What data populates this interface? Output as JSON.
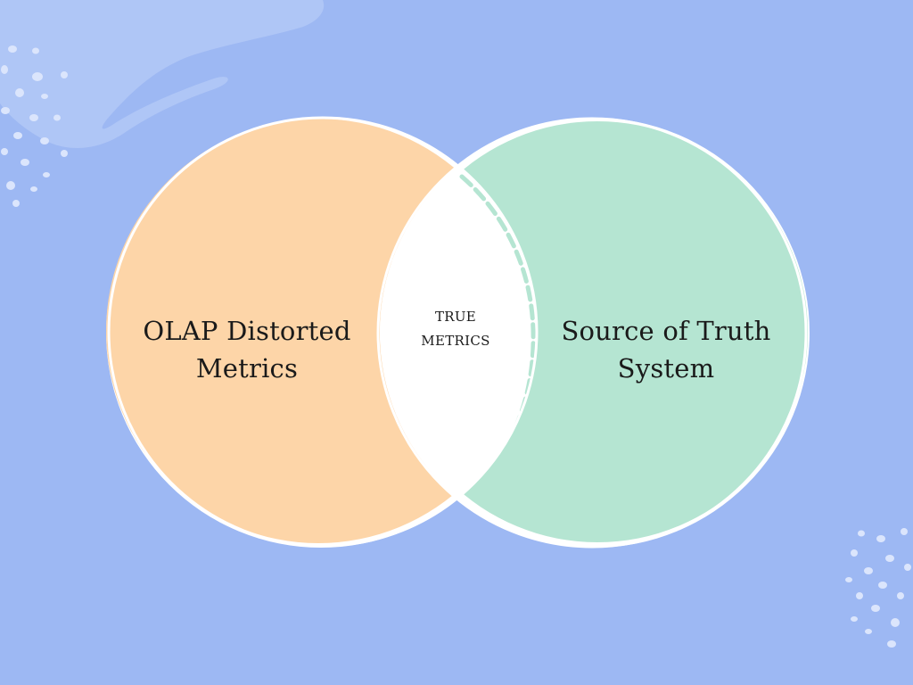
{
  "diagram": {
    "type": "venn",
    "left_circle": {
      "label_line1": "OLAP Distorted",
      "label_line2": "Metrics",
      "color": "#fdd5a8"
    },
    "right_circle": {
      "label_line1": "Source of Truth",
      "label_line2": "System",
      "color": "#b5e5d2"
    },
    "intersection": {
      "label_line1": "TRUE",
      "label_line2": "METRICS",
      "color": "#ffffff"
    },
    "background_color": "#9db8f3",
    "outline_color": "#ffffff",
    "decoration_color": "#c9d8fa"
  }
}
